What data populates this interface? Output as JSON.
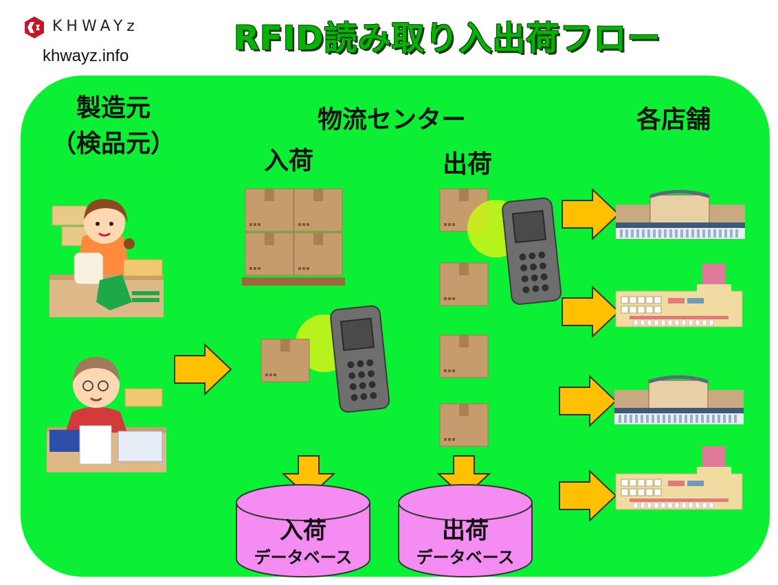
{
  "logo": {
    "brand": "KHWAYz",
    "url": "khwayz.info"
  },
  "title": "RFID読み取り入出荷フロー",
  "columns": {
    "manufacturer_line1": "製造元",
    "manufacturer_line2": "（検品元）",
    "logistics": "物流センター",
    "inbound": "入荷",
    "outbound": "出荷",
    "stores": "各店舗"
  },
  "databases": {
    "inbound": {
      "title": "入荷",
      "subtitle": "データベース"
    },
    "outbound": {
      "title": "出荷",
      "subtitle": "データベース"
    }
  },
  "colors": {
    "panel": "#0bf034",
    "title": "#00b400",
    "arrow": "#ffc000",
    "database": "#f58cf2",
    "box": "#c69c6d",
    "scanner": "#707070"
  }
}
